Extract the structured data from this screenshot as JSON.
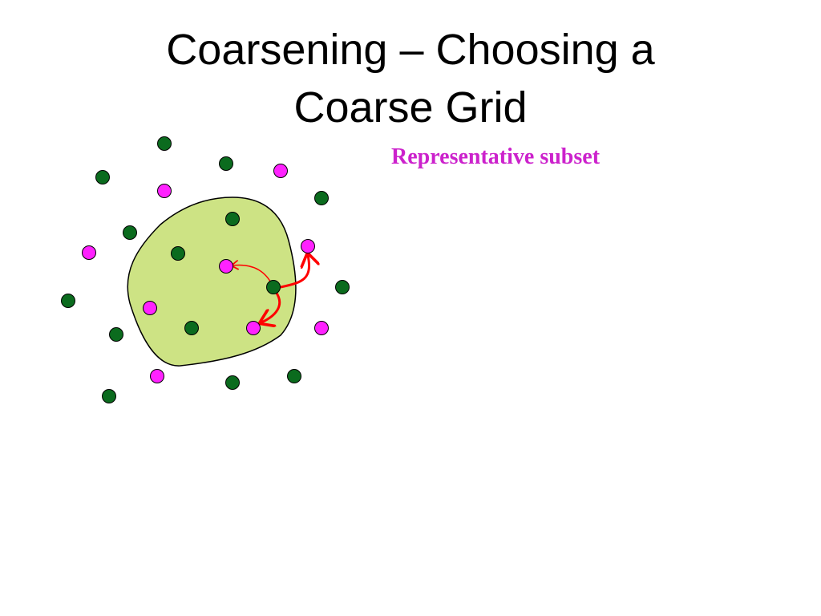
{
  "title": {
    "line1": "Coarsening – Choosing a",
    "line2": "Coarse Grid"
  },
  "caption": {
    "text": "Representative subset",
    "color": "#cc22cc"
  },
  "colors": {
    "region_fill": "#cde384",
    "region_stroke": "#000000",
    "fine_point": "#0b6b1e",
    "coarse_point": "#ff22ff",
    "arrow": "#ff0000"
  }
}
